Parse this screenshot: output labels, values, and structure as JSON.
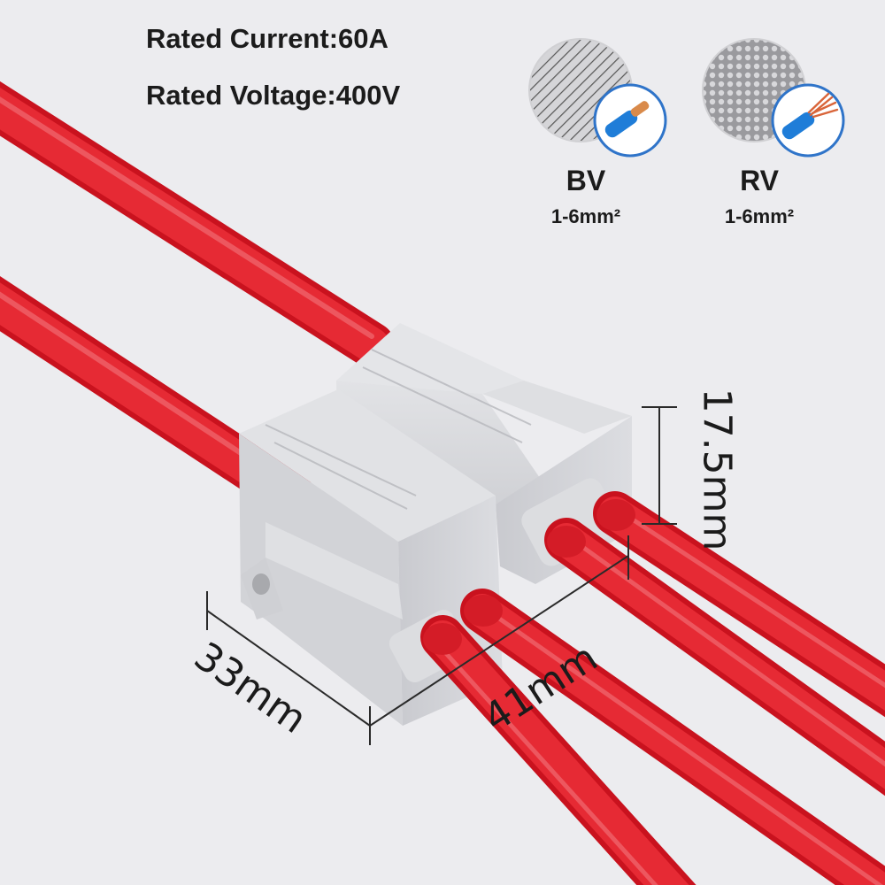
{
  "specs": {
    "rated_current": "Rated Current:60A",
    "rated_voltage": "Rated Voltage:400V"
  },
  "wire_types": [
    {
      "name": "BV",
      "range": "1-6mm²",
      "icon": "solid-core-wire-icon"
    },
    {
      "name": "RV",
      "range": "1-6mm²",
      "icon": "stranded-wire-icon"
    }
  ],
  "dimensions": {
    "height": "17.5mm",
    "width": "33mm",
    "length": "41mm"
  },
  "colors": {
    "background": "#ececef",
    "wire": "#e2202b",
    "connector": "#d4d5d9"
  }
}
